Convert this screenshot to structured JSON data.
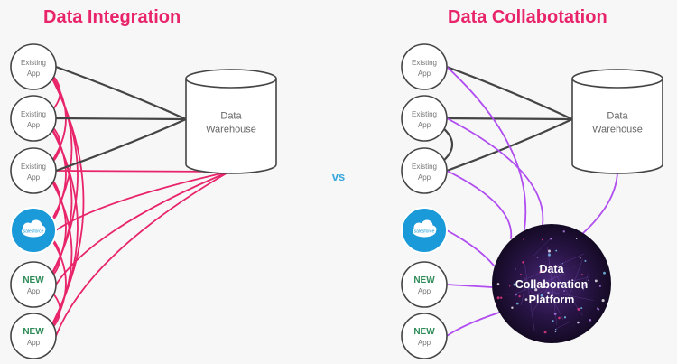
{
  "titles": {
    "left": "Data Integration",
    "right": "Data Collabotation"
  },
  "vs_label": "vs",
  "colors": {
    "title": "#e8246a",
    "integration_lines": "#e8246a",
    "collaboration_lines": "#b04cf0",
    "warehouse_lines": "#444444",
    "vs": "#3aa8de",
    "salesforce": "#1a9ad8",
    "new_label": "#2e8b57",
    "platform_fill": "#1e0f33"
  },
  "left_diagram": {
    "nodes": [
      {
        "type": "existing",
        "lines": [
          "Existing",
          "App"
        ]
      },
      {
        "type": "existing",
        "lines": [
          "Existing",
          "App"
        ]
      },
      {
        "type": "existing",
        "lines": [
          "Existing",
          "App"
        ]
      },
      {
        "type": "salesforce",
        "icon": "salesforce-cloud-icon",
        "label": "salesforce"
      },
      {
        "type": "new",
        "lines": [
          "NEW",
          "App"
        ]
      },
      {
        "type": "new",
        "lines": [
          "NEW",
          "App"
        ]
      }
    ],
    "warehouse": {
      "lines": [
        "Data",
        "Warehouse"
      ]
    }
  },
  "right_diagram": {
    "nodes": [
      {
        "type": "existing",
        "lines": [
          "Existing",
          "App"
        ]
      },
      {
        "type": "existing",
        "lines": [
          "Existing",
          "App"
        ]
      },
      {
        "type": "existing",
        "lines": [
          "Existing",
          "App"
        ]
      },
      {
        "type": "salesforce",
        "icon": "salesforce-cloud-icon",
        "label": "salesforce"
      },
      {
        "type": "new",
        "lines": [
          "NEW",
          "App"
        ]
      },
      {
        "type": "new",
        "lines": [
          "NEW",
          "App"
        ]
      }
    ],
    "warehouse": {
      "lines": [
        "Data",
        "Warehouse"
      ]
    },
    "platform": {
      "lines": [
        "Data",
        "Collaboration",
        "Platform"
      ]
    }
  }
}
